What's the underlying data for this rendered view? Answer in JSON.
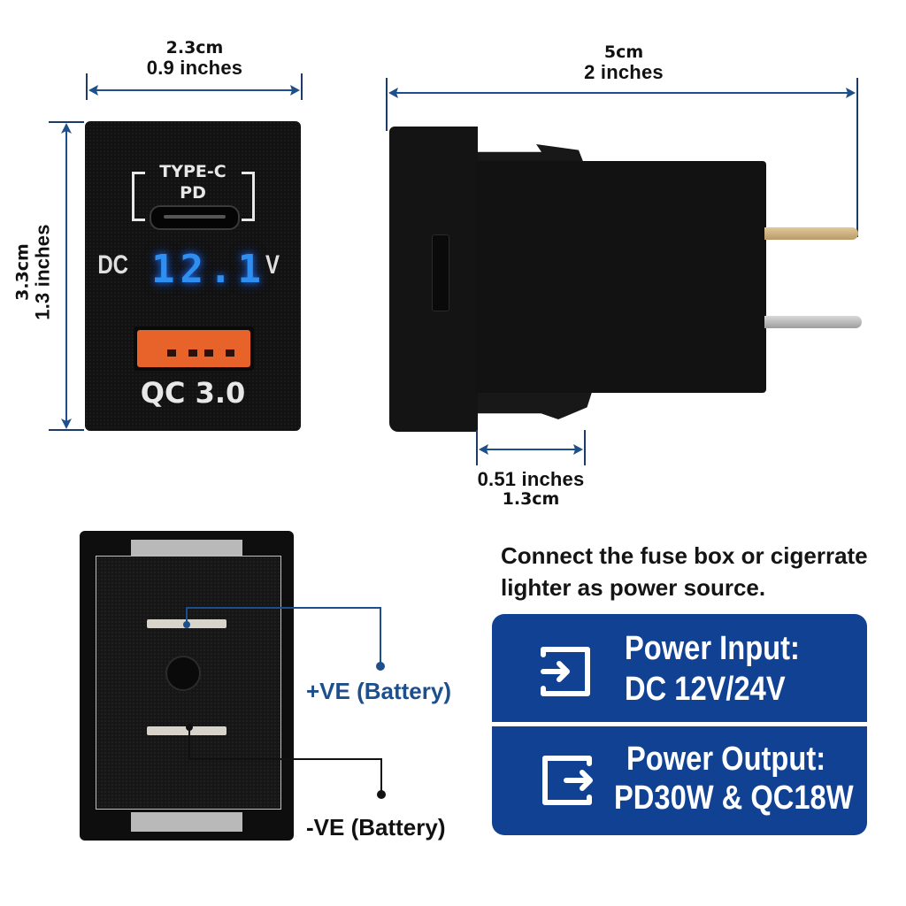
{
  "dimensions": {
    "front_width": {
      "metric": "2.3cm",
      "imperial": "0.9 inches"
    },
    "front_height": {
      "metric": "3.3cm",
      "imperial": "1.3 inches"
    },
    "length": {
      "metric": "5cm",
      "imperial": "2 inches"
    },
    "flange_depth": {
      "imperial": "0.51 inches",
      "metric": "1.3cm"
    }
  },
  "front_panel": {
    "typec_label_line1": "TYPE-C",
    "typec_label_line2": "PD",
    "voltmeter_prefix": "DC",
    "voltmeter_reading": "12.1",
    "voltmeter_unit": "V",
    "usb_a_label": "QC 3.0",
    "led_color": "#2f8ff0",
    "usb_a_color": "#e8632a"
  },
  "wiring": {
    "positive_label": "+VE (Battery)",
    "negative_label": "-VE (Battery)",
    "positive_color": "#1d4f8c",
    "negative_color": "#111111"
  },
  "note": {
    "line1": "Connect the fuse box or cigerrate",
    "line2": "lighter as power source."
  },
  "specs": {
    "panel_color": "#114193",
    "input": {
      "icon": "login-arrow-icon",
      "title": "Power Input:",
      "value": "DC 12V/24V"
    },
    "output": {
      "icon": "logout-arrow-icon",
      "title": "Power Output:",
      "value": "PD30W & QC18W"
    }
  }
}
